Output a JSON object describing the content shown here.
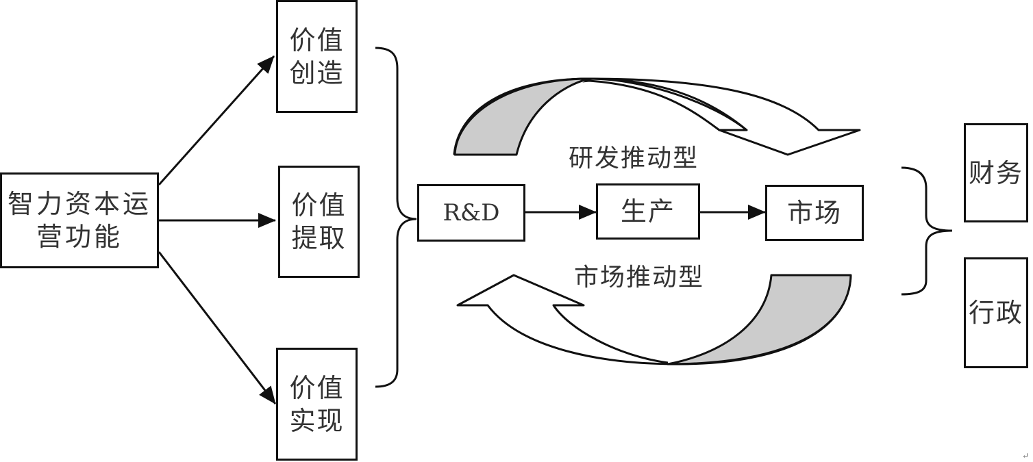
{
  "diagram": {
    "source": {
      "label": "智力资本运营功能"
    },
    "value_boxes": [
      {
        "label": "价值创造"
      },
      {
        "label": "价值提取"
      },
      {
        "label": "价值实现"
      }
    ],
    "chain": [
      {
        "label": "R&D"
      },
      {
        "label": "生产"
      },
      {
        "label": "市场"
      }
    ],
    "cycle_labels": {
      "top": "研发推动型",
      "bottom": "市场推动型"
    },
    "support_boxes": [
      {
        "label": "财务"
      },
      {
        "label": "行政"
      }
    ],
    "colors": {
      "stroke": "#111111",
      "arrow_shade": "#cccccc",
      "background": "#ffffff"
    },
    "corner_mark": "↵"
  }
}
